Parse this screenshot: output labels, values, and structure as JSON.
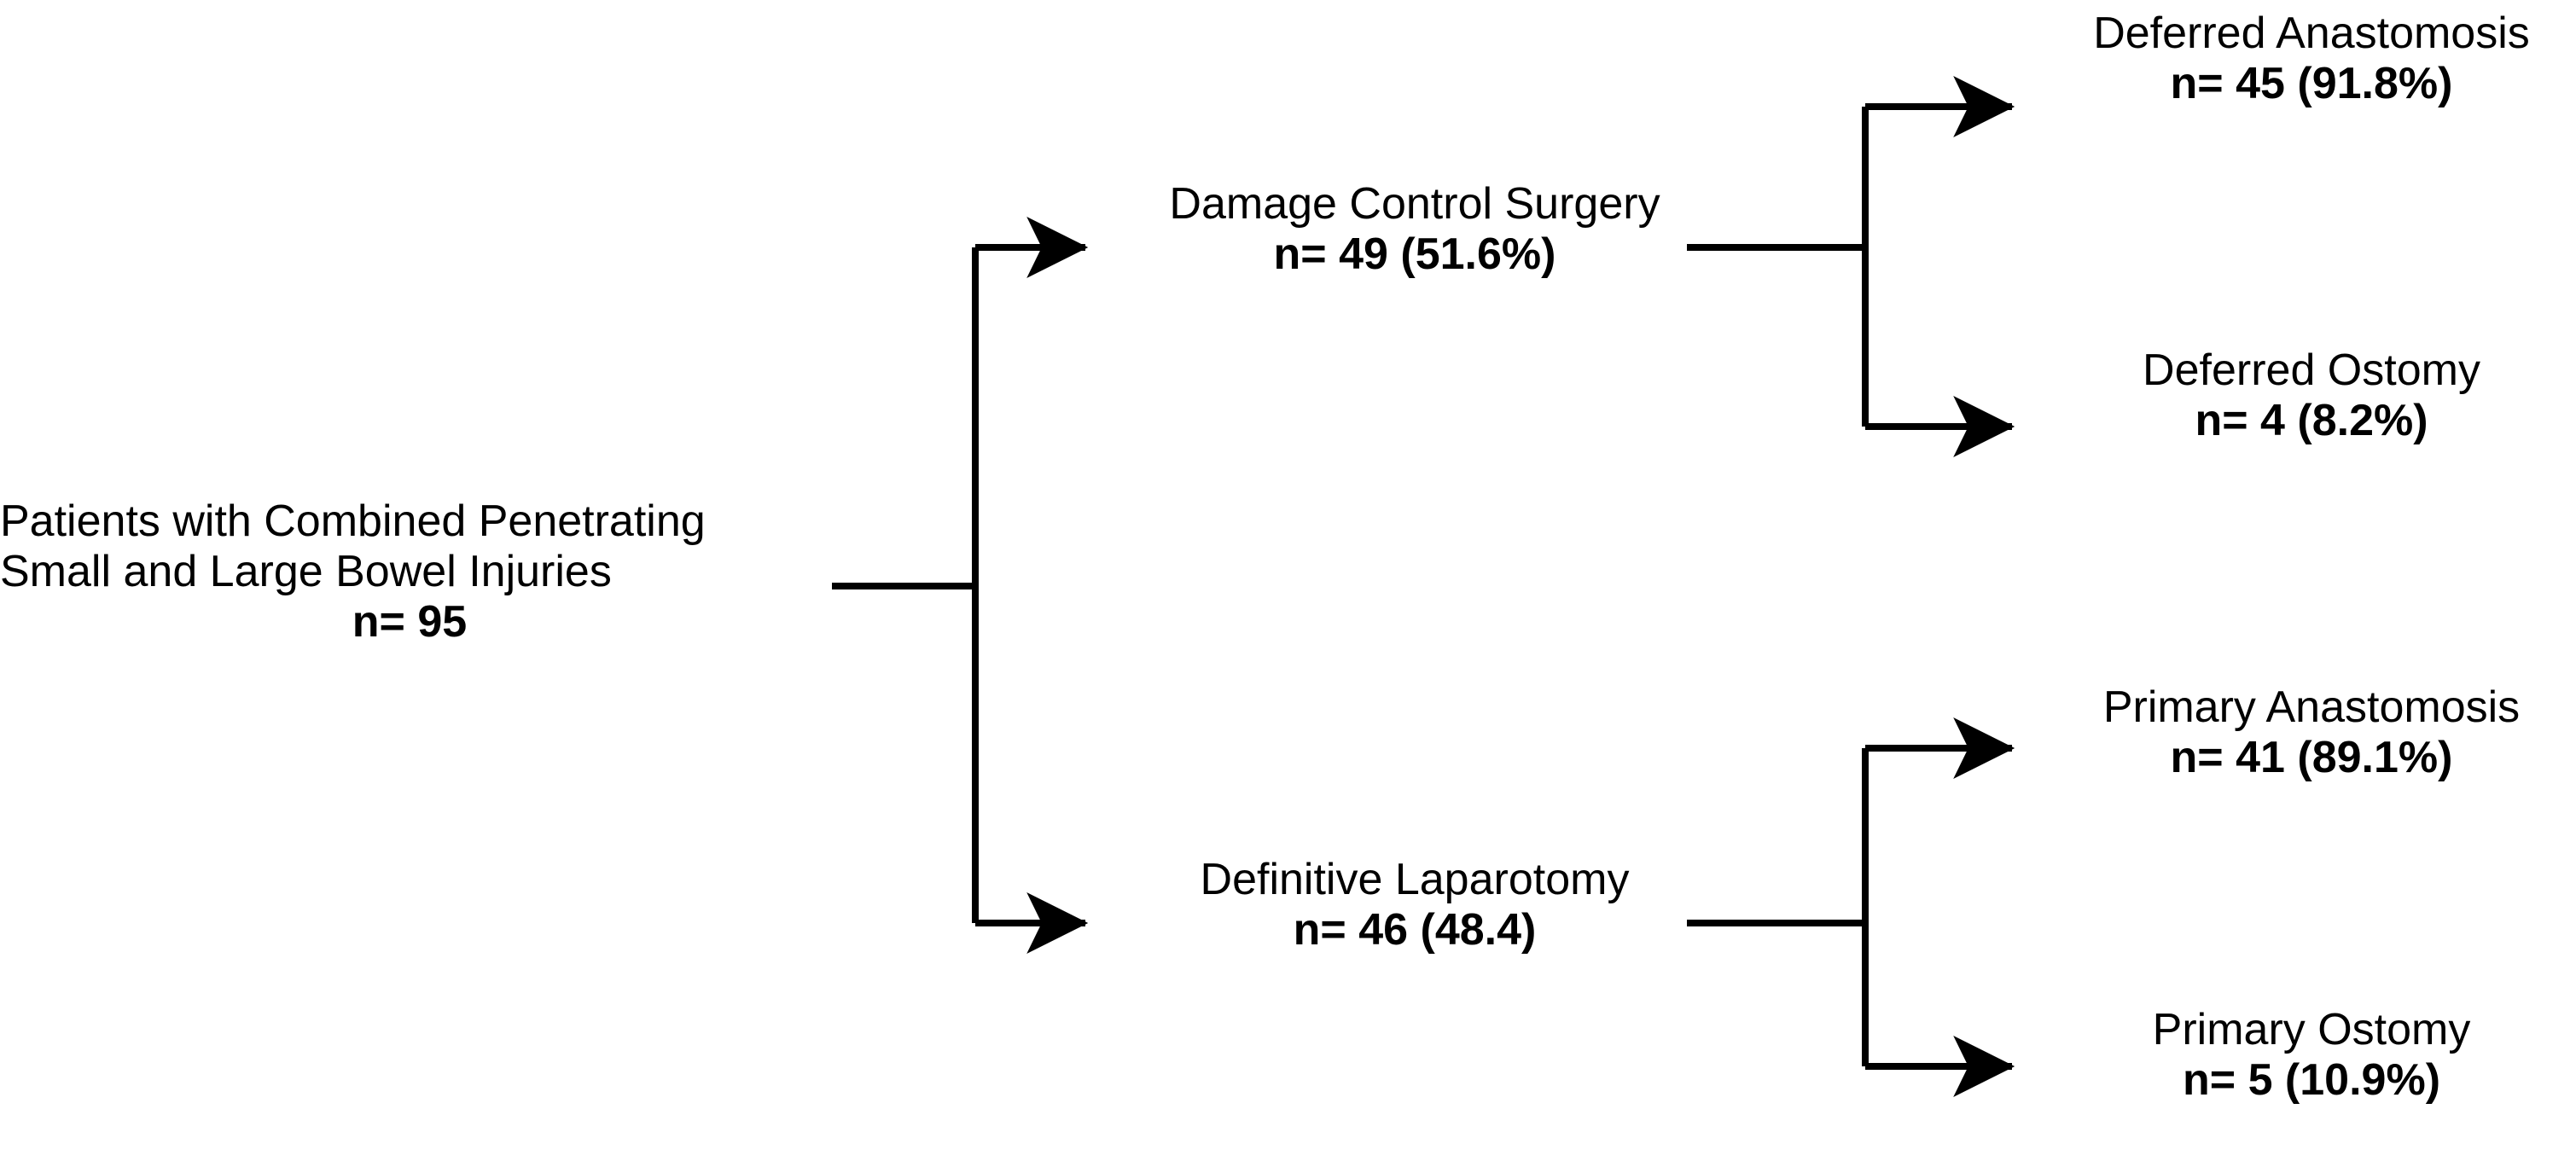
{
  "diagram": {
    "type": "flowchart",
    "orientation": "left-to-right",
    "stroke_color": "#000000",
    "background_color": "#ffffff",
    "nodes": {
      "root": {
        "title_line1": "Patients with Combined Penetrating",
        "title_line2": "Small and Large Bowel Injuries",
        "count": "n= 95",
        "n": 95
      },
      "damage_control_surgery": {
        "title": "Damage Control Surgery",
        "count": "n= 49 (51.6%)",
        "n": 49,
        "percent": 51.6
      },
      "definitive_laparotomy": {
        "title": "Definitive Laparotomy",
        "count": "n= 46 (48.4)",
        "n": 46,
        "percent": 48.4
      },
      "deferred_anastomosis": {
        "title": "Deferred Anastomosis",
        "count": "n= 45 (91.8%)",
        "n": 45,
        "percent": 91.8
      },
      "deferred_ostomy": {
        "title": "Deferred Ostomy",
        "count": "n= 4 (8.2%)",
        "n": 4,
        "percent": 8.2
      },
      "primary_anastomosis": {
        "title": "Primary Anastomosis",
        "count": "n= 41 (89.1%)",
        "n": 41,
        "percent": 89.1
      },
      "primary_ostomy": {
        "title": "Primary Ostomy",
        "count": "n= 5 (10.9%)",
        "n": 5,
        "percent": 10.9
      }
    },
    "edges": [
      {
        "from": "root",
        "to": "damage_control_surgery"
      },
      {
        "from": "root",
        "to": "definitive_laparotomy"
      },
      {
        "from": "damage_control_surgery",
        "to": "deferred_anastomosis"
      },
      {
        "from": "damage_control_surgery",
        "to": "deferred_ostomy"
      },
      {
        "from": "definitive_laparotomy",
        "to": "primary_anastomosis"
      },
      {
        "from": "definitive_laparotomy",
        "to": "primary_ostomy"
      }
    ]
  }
}
